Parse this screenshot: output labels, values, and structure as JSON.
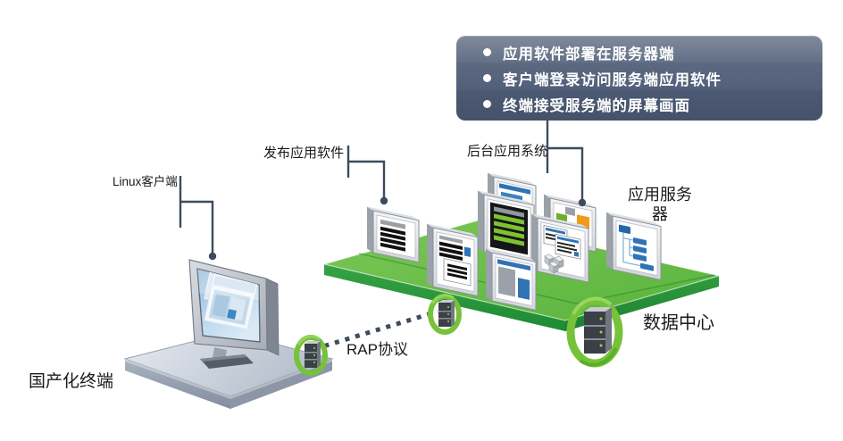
{
  "notes_box": {
    "items": [
      "应用软件部署在服务器端",
      "客户端登录访问服务端应用软件",
      "终端接受服务端的屏幕画面"
    ]
  },
  "labels": {
    "publish_app": "发布应用软件",
    "backend_system": "后台应用系统",
    "linux_client": "Linux客户端",
    "app_server": "应用服务器",
    "data_center": "数据中心",
    "rap_protocol": "RAP协议",
    "domestic_terminal": "国产化终端"
  },
  "colors": {
    "notes_box_blue": "#55637c",
    "connector_slate": "#3e4b5e",
    "platform_green": "#68bd4a",
    "platform_gray": "#c9d0da",
    "accent_blue": "#2f73b5",
    "accent_green": "#7dc22f",
    "accent_orange": "#f09a1a",
    "server_swirl_green": "#76c23a",
    "text_white": "#ffffff",
    "text_black": "#1a1a1a"
  }
}
